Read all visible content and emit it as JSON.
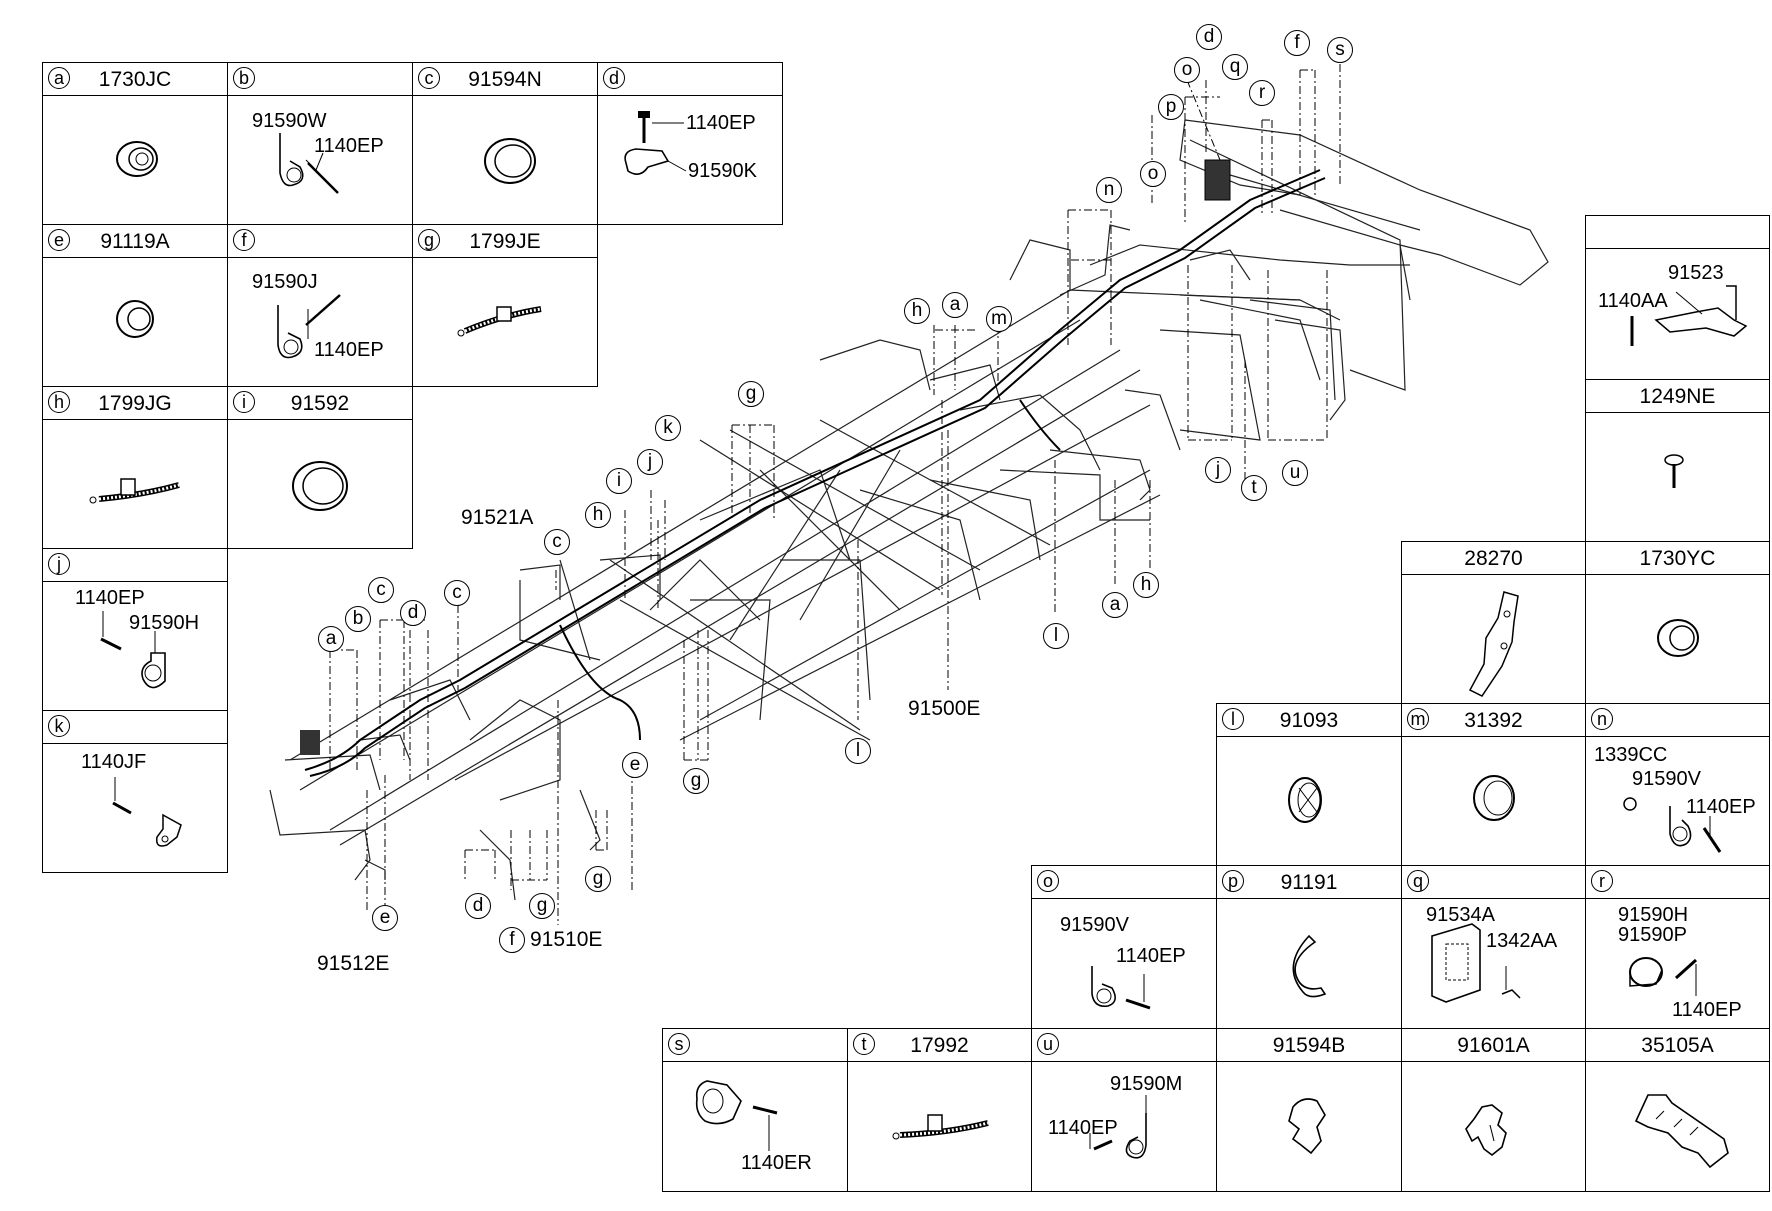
{
  "parts_table": {
    "a": {
      "letter": "a",
      "code": "1730JC"
    },
    "b": {
      "letter": "b",
      "parts": [
        "91590W",
        "1140EP"
      ]
    },
    "c": {
      "letter": "c",
      "code": "91594N"
    },
    "d": {
      "letter": "d",
      "parts": [
        "1140EP",
        "91590K"
      ]
    },
    "e": {
      "letter": "e",
      "code": "91119A"
    },
    "f": {
      "letter": "f",
      "parts": [
        "91590J",
        "1140EP"
      ]
    },
    "g": {
      "letter": "g",
      "code": "1799JE"
    },
    "h": {
      "letter": "h",
      "code": "1799JG"
    },
    "i": {
      "letter": "i",
      "code": "91592"
    },
    "j": {
      "letter": "j",
      "parts": [
        "1140EP",
        "91590H"
      ]
    },
    "k": {
      "letter": "k",
      "parts": [
        "1140JF"
      ]
    },
    "r91523": {
      "parts": [
        "91523",
        "1140AA"
      ]
    },
    "r1249": {
      "code": "1249NE"
    },
    "r28270": {
      "code": "28270"
    },
    "r1730yc": {
      "code": "1730YC"
    },
    "l": {
      "letter": "l",
      "code": "91093"
    },
    "m": {
      "letter": "m",
      "code": "31392"
    },
    "n": {
      "letter": "n",
      "parts": [
        "1339CC",
        "91590V",
        "1140EP"
      ]
    },
    "o": {
      "letter": "o",
      "parts": [
        "91590V",
        "1140EP"
      ]
    },
    "p": {
      "letter": "p",
      "code": "91191"
    },
    "q": {
      "letter": "q",
      "parts": [
        "91534A",
        "1342AA"
      ]
    },
    "r": {
      "letter": "r",
      "parts": [
        "91590H",
        "91590P",
        "1140EP"
      ]
    },
    "s": {
      "letter": "s",
      "parts": [
        "1140ER"
      ]
    },
    "t": {
      "letter": "t",
      "code": "17992"
    },
    "u": {
      "letter": "u",
      "parts": [
        "91590M",
        "1140EP"
      ]
    },
    "r91594b": {
      "code": "91594B"
    },
    "r91601a": {
      "code": "91601A"
    },
    "r35105a": {
      "code": "35105A"
    }
  },
  "main_labels": {
    "harness_91521a": "91521A",
    "harness_91500e": "91500E",
    "harness_91512e": "91512E",
    "harness_91510e": "91510E"
  },
  "callouts": [
    "a",
    "b",
    "c",
    "d",
    "e",
    "f",
    "g",
    "h",
    "i",
    "j",
    "k",
    "l",
    "m",
    "n",
    "o",
    "p",
    "q",
    "r",
    "s",
    "t",
    "u"
  ]
}
